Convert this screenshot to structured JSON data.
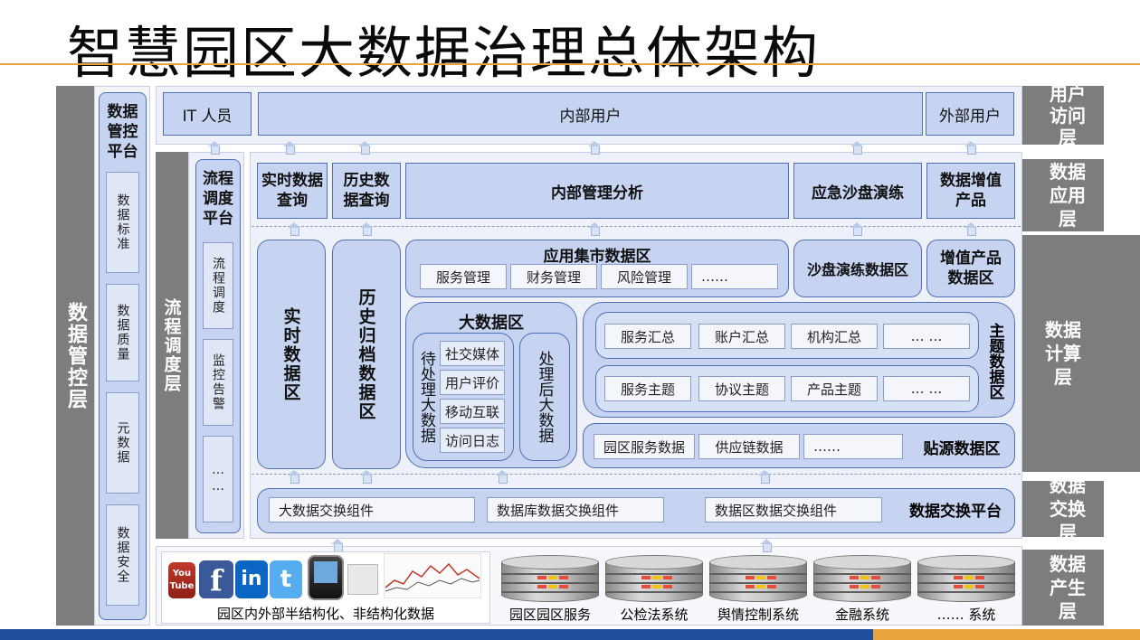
{
  "title": "智慧园区大数据治理总体架构",
  "colors": {
    "box_fill": "#c6d4f2",
    "box_border": "#4f6fb6",
    "layer_bar": "#7d7d7d",
    "accent_orange": "#e8a33c",
    "accent_blue": "#1f4e9e"
  },
  "left_layer": {
    "label": "数据管控层"
  },
  "governance_platform": {
    "title": "数据管控平台",
    "items": [
      "数据标准",
      "数据质量",
      "元数据",
      "数据安全"
    ]
  },
  "scheduling_layer": {
    "label": "流程调度层"
  },
  "scheduling_platform": {
    "title": "流程调度平台",
    "items": [
      "流程调度",
      "监控告警",
      "……"
    ]
  },
  "layers": {
    "access": "用户访问层",
    "application": "数据应用层",
    "compute": "数据计算层",
    "exchange": "数据交换层",
    "produce": "数据产生层"
  },
  "users": {
    "it": "IT 人员",
    "internal": "内部用户",
    "external": "外部用户"
  },
  "applications": {
    "realtime_query": "实时数据查询",
    "history_query": "历史数据查询",
    "mgmt_analysis": "内部管理分析",
    "emergency": "应急沙盘演练",
    "value_added": "数据增值产品"
  },
  "compute": {
    "realtime_zone": "实时数据区",
    "history_zone": "历史归档数据区",
    "app_market": {
      "title": "应用集市数据区",
      "items": [
        "服务管理",
        "财务管理",
        "风险管理",
        "……"
      ]
    },
    "sandbox_zone": "沙盘演练数据区",
    "value_zone": "增值产品数据区",
    "big_data": {
      "title": "大数据区",
      "pending": "待处理大数据",
      "sources": [
        "社交媒体",
        "用户评价",
        "移动互联",
        "访问日志"
      ],
      "processed": "处理后大数据"
    },
    "theme_zone": {
      "title": "主题数据区",
      "row1": [
        "服务汇总",
        "账户汇总",
        "机构汇总",
        "… …"
      ],
      "row2": [
        "服务主题",
        "协议主题",
        "产品主题",
        "… …"
      ]
    },
    "source_zone": {
      "title": "贴源数据区",
      "items": [
        "园区服务数据",
        "供应链数据",
        "……"
      ]
    }
  },
  "exchange": {
    "title": "数据交换平台",
    "items": [
      "大数据交换组件",
      "数据库数据交换组件",
      "数据区数据交换组件"
    ]
  },
  "produce": {
    "external_label": "园区内外部半结构化、非结构化数据",
    "icons": [
      "youtube-icon",
      "facebook-icon",
      "linkedin-icon",
      "twitter-icon",
      "phone-icon",
      "chart-thumbnail-icon"
    ],
    "systems": [
      "园区园区服务",
      "公检法系统",
      "舆情控制系统",
      "金融系统",
      "…… 系统"
    ]
  }
}
